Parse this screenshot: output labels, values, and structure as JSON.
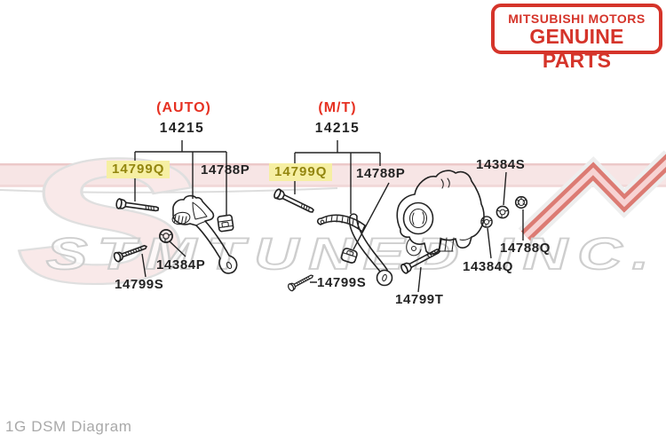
{
  "logo": {
    "line1": "MITSUBISHI MOTORS",
    "line2": "GENUINE PARTS",
    "color": "#d5342a"
  },
  "caption": "1G DSM Diagram",
  "watermark": {
    "letter": "S",
    "text": "STMTUNED INC."
  },
  "colors": {
    "variant_red": "#e63122",
    "logo_red": "#d5342a",
    "highlight_bg": "#f6efa3",
    "highlight_text": "#93860f",
    "line_black": "#232323",
    "caption_gray": "#a9a9a9",
    "watermark_pink": "#f6e2e2",
    "watermark_chevron_red": "#d24237"
  },
  "diagram": {
    "groups": [
      {
        "variant": "(AUTO)",
        "part_number": "14215"
      },
      {
        "variant": "(M/T)",
        "part_number": "14215"
      }
    ],
    "part_labels": [
      {
        "text": "14799Q",
        "highlighted": true,
        "group": "AUTO"
      },
      {
        "text": "14788P",
        "highlighted": false,
        "group": "AUTO"
      },
      {
        "text": "14799Q",
        "highlighted": true,
        "group": "M/T"
      },
      {
        "text": "14788P",
        "highlighted": false,
        "group": "M/T"
      },
      {
        "text": "14384S",
        "highlighted": false
      },
      {
        "text": "14384P",
        "highlighted": false
      },
      {
        "text": "14799S",
        "highlighted": false,
        "group": "AUTO"
      },
      {
        "text": "14799S",
        "highlighted": false,
        "group": "M/T"
      },
      {
        "text": "14788Q",
        "highlighted": false
      },
      {
        "text": "14384Q",
        "highlighted": false
      },
      {
        "text": "14799T",
        "highlighted": false
      }
    ]
  }
}
